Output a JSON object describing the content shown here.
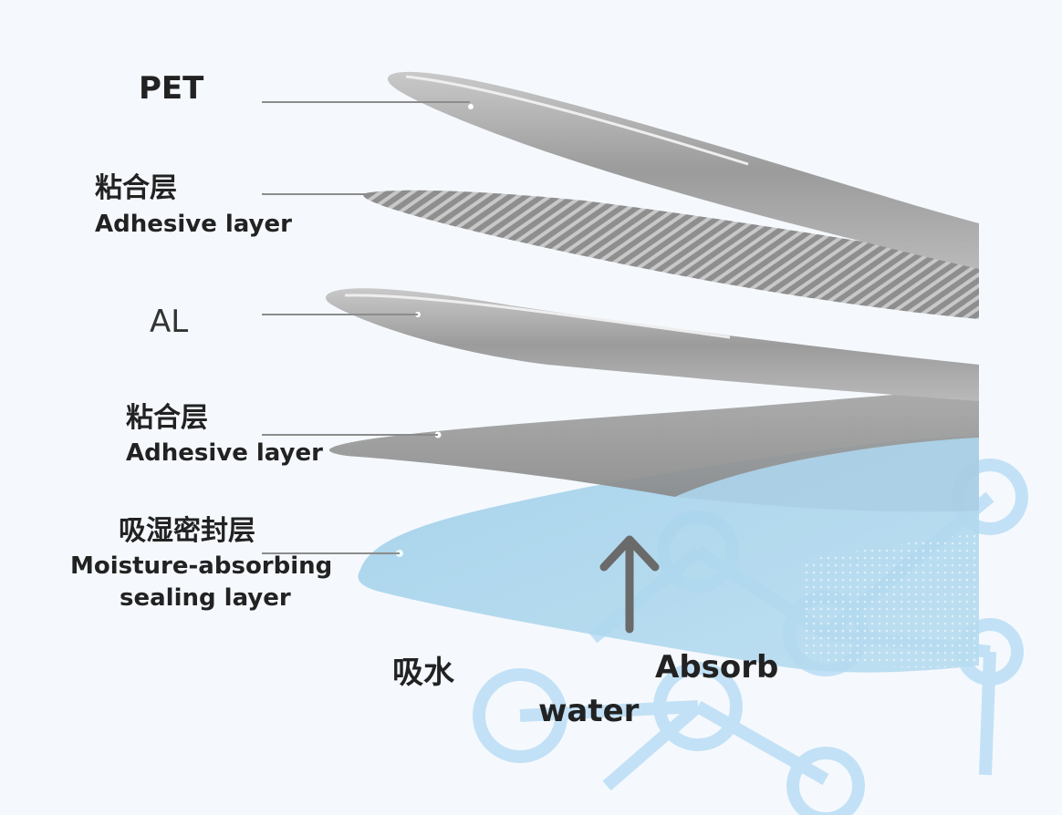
{
  "layers": [
    {
      "en": "PET"
    },
    {
      "cn": "粘合层",
      "en": "Adhesive layer"
    },
    {
      "en": "AL"
    },
    {
      "cn": "粘合层",
      "en": "Adhesive layer"
    },
    {
      "cn": "吸湿密封层",
      "en_line1": "Moisture-absorbing",
      "en_line2": "sealing layer"
    }
  ],
  "absorb": {
    "cn": "吸水",
    "en_1": "Absorb",
    "en_2": "water"
  },
  "colors": {
    "background": "#f5f9fd",
    "layer_gray": "#9a9a9a",
    "sealing_blue": "#9fcde8",
    "network_blue": "#bfe0f7",
    "arrow": "#6a6a6a"
  }
}
